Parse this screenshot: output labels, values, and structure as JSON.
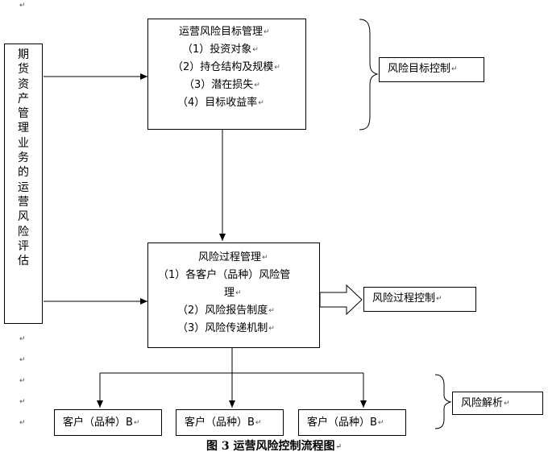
{
  "paragraph_mark": "↵",
  "left_column": {
    "text": "期货资产管理业务的运营风险评估"
  },
  "goal_box": {
    "title": "运营风险目标管理",
    "items": [
      "（1）投资对象",
      "（2）持仓结构及规模",
      "（3）潜在损失",
      "（4）目标收益率"
    ]
  },
  "goal_label": "风险目标控制",
  "process_box": {
    "title": "风险过程管理",
    "items": [
      "（1）各客户（品种）风险管",
      "理",
      "（2）风险报告制度",
      "（3）风险传递机制"
    ]
  },
  "process_label": "风险过程控制",
  "customers": [
    "客户（品种）B",
    "客户（品种）B",
    "客户（品种）B"
  ],
  "analysis_label": "风险解析",
  "caption": "图 3 运营风险控制流程图"
}
